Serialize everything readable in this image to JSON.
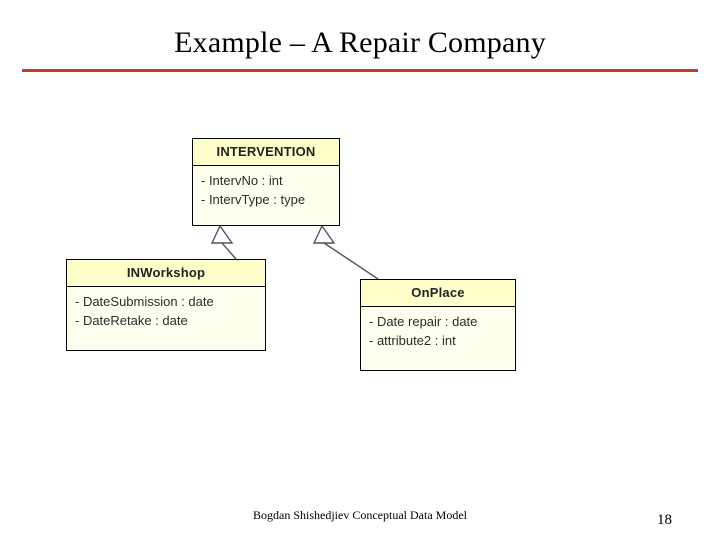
{
  "slide": {
    "title": "Example – A Repair Company",
    "footer": "Bogdan Shishedjiev Conceptual Data Model",
    "page_number": "18",
    "accent_color": "#C0392B",
    "box_header_color": "#FFFFCC",
    "box_body_color": "#FFFFF0"
  },
  "diagram": {
    "type": "uml-class-generalization",
    "classes": [
      {
        "name": "INTERVENTION",
        "attributes": [
          "- IntervNo : int",
          "- IntervType : type"
        ]
      },
      {
        "name": "INWorkshop",
        "attributes": [
          "- DateSubmission : date",
          "- DateRetake : date"
        ]
      },
      {
        "name": "OnPlace",
        "attributes": [
          "- Date repair : date",
          "- attribute2 : int"
        ]
      }
    ],
    "relations": [
      {
        "from": "INWorkshop",
        "to": "INTERVENTION",
        "kind": "generalization"
      },
      {
        "from": "OnPlace",
        "to": "INTERVENTION",
        "kind": "generalization"
      }
    ]
  }
}
